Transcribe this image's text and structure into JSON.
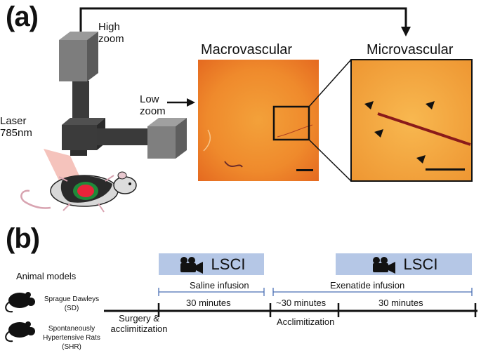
{
  "panel_a": {
    "label": "(a)",
    "high_zoom": "High\nzoom",
    "low_zoom": "Low\nzoom",
    "laser": "Laser\n785nm",
    "macro_title": "Macrovascular",
    "micro_title": "Microvascular"
  },
  "panel_b": {
    "label": "(b)",
    "animal_models_title": "Animal models",
    "model_1": "Sprague Dawleys\n(SD)",
    "model_2": "Spontaneously\nHypertensive Rats\n(SHR)",
    "lsci_1": "LSCI",
    "lsci_2": "LSCI",
    "saline_infusion": "Saline infusion",
    "exenatide_infusion": "Exenatide infusion",
    "seg_1": "30 minutes",
    "seg_2": "~30 minutes",
    "seg_3": "30 minutes",
    "surgery": "Surgery &\nacclimitization",
    "acclimitization": "Acclimitization"
  },
  "colors": {
    "lsci_box": "#b5c7e6",
    "bracket": "#4a6fb5",
    "vessel_orange": "#f29a2c",
    "camera_gray": "#6b6b6b",
    "laser_beam": "#f3b8b0"
  },
  "icons": [
    "camera-box-icon",
    "laser-beam-icon",
    "rat-icon",
    "video-camera-icon",
    "arrowhead-icon",
    "scale-bar-icon"
  ]
}
